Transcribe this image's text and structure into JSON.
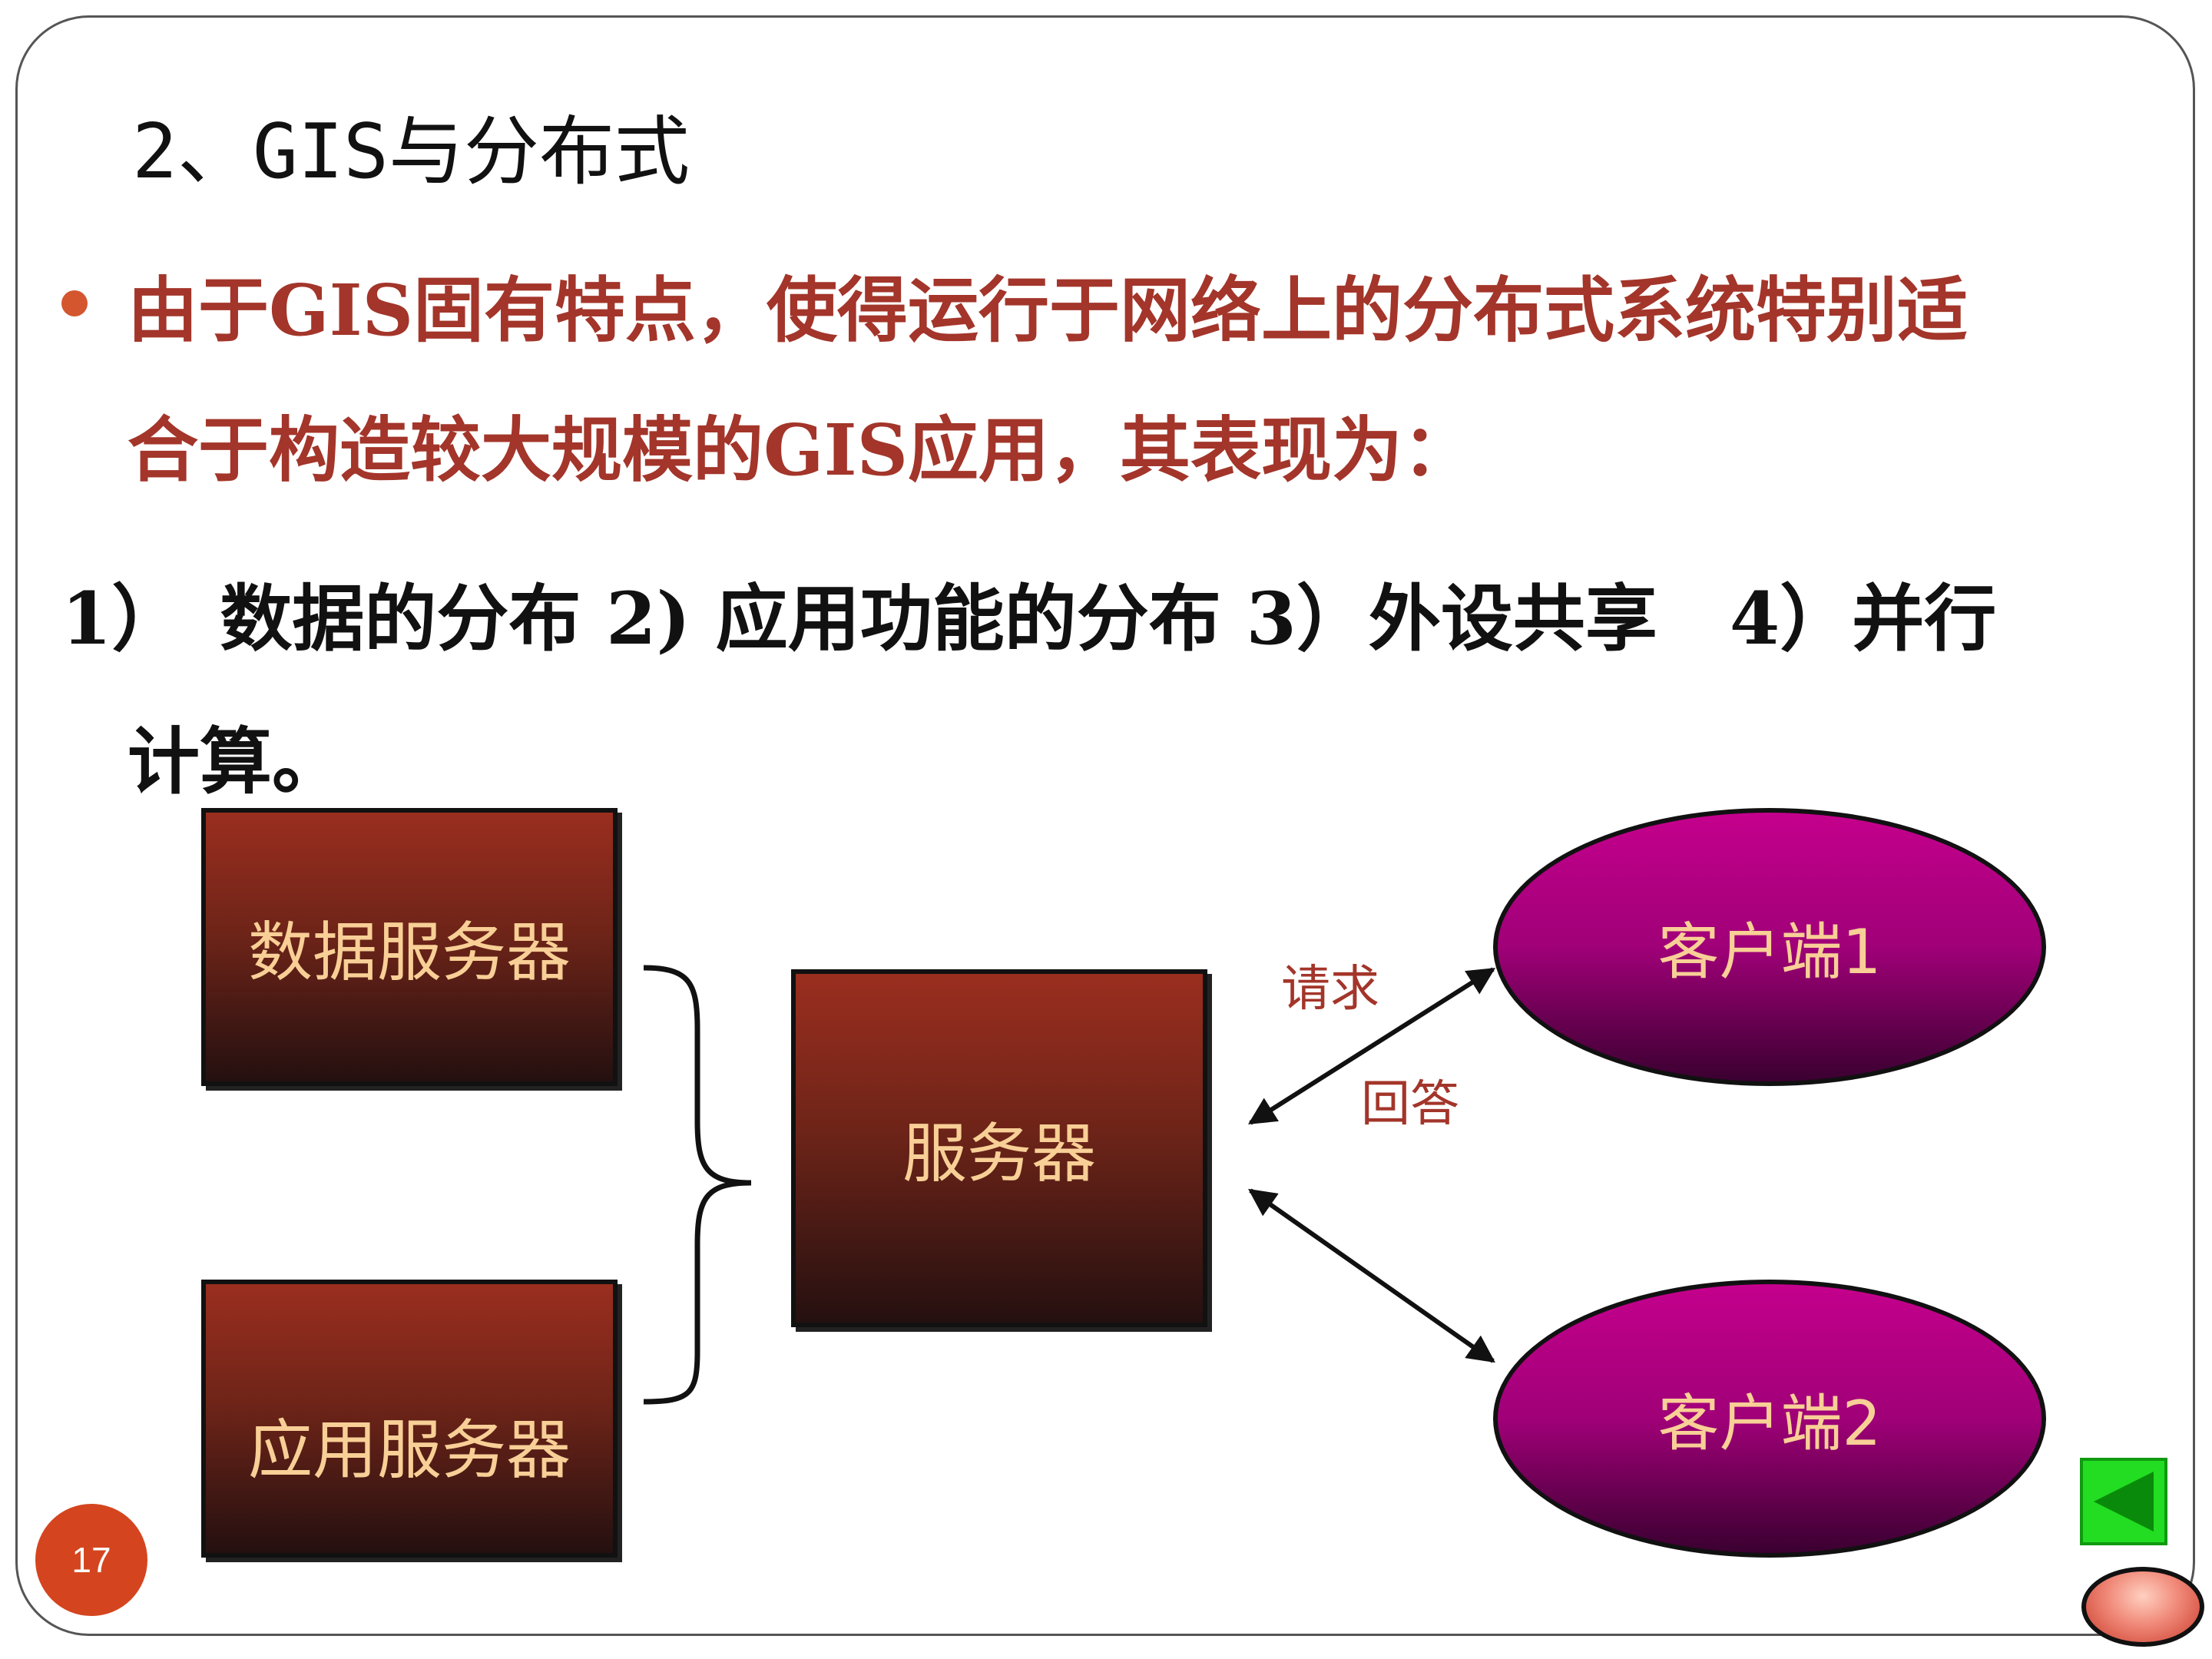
{
  "slide": {
    "title": "2、GIS与分布式",
    "bullet": {
      "line1": "由于GIS固有特点，使得运行于网络上的分布式系统特别适",
      "line2": "合于构造较大规模的GIS应用，其表现为："
    },
    "items": {
      "line1": "1）　数据的分布 2) 应用功能的分布 3）外设共享　4）并行",
      "line2": "计算。"
    },
    "page_number": "17"
  },
  "diagram": {
    "nodes": {
      "data_server": "数据服务器",
      "app_server": "应用服务器",
      "server": "服务器",
      "client1": "客户端1",
      "client2": "客户端2"
    },
    "edge_labels": {
      "request": "请求",
      "answer": "回答"
    }
  },
  "colors": {
    "accent": "#a3352a",
    "box_text": "#f8cf96",
    "client_fill": "#c4008c",
    "page_badge": "#d4451f",
    "nav_green": "#22dd22"
  },
  "icons": {
    "back": "back-arrow-icon",
    "return": "oval-return-icon"
  }
}
